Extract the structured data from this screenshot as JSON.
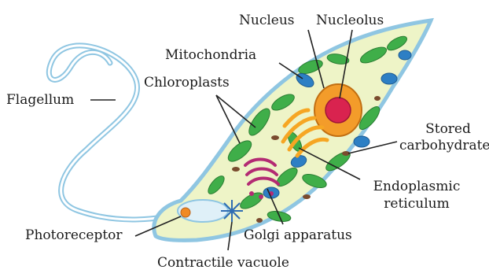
{
  "labels": {
    "nucleus": "Nucleus",
    "nucleolus": "Nucleolus",
    "mitochondria": "Mitochondria",
    "chloroplasts": "Chloroplasts",
    "flagellum": "Flagellum",
    "stored_line1": "Stored",
    "stored_line2": "carbohydrate",
    "endoplasmic_line1": "Endoplasmic",
    "endoplasmic_line2": "reticulum",
    "photoreceptor": "Photoreceptor",
    "golgi": "Golgi apparatus",
    "contractile_vacuole": "Contractile vacuole"
  },
  "colors": {
    "cell_membrane": "#8fc6e2",
    "cytoplasm": "#eef4c7",
    "chloroplast": "#3fae49",
    "mitochondria": "#2d7fc4",
    "nucleus_outer": "#f39c2a",
    "nucleolus": "#d9234f",
    "er": "#f6a623",
    "golgi": "#b32b73",
    "stored_carbohydrate": "#7a4b2e",
    "photoreceptor": "#f08a24",
    "vacuole": "#2f6db3",
    "label_line": "#222222"
  }
}
